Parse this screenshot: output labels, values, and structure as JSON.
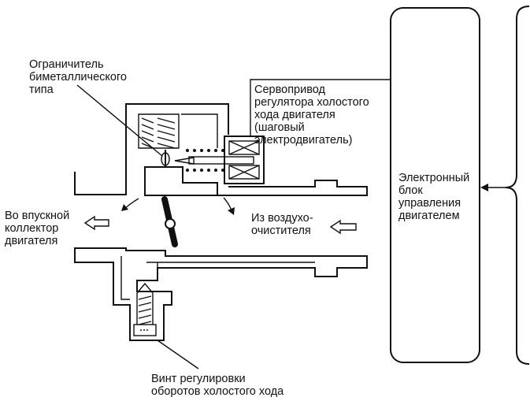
{
  "labels": {
    "limiter": [
      "Ограничитель",
      "биметаллического",
      "типа"
    ],
    "servo": [
      "Сервопривод",
      "регулятора холостого",
      "хода двигателя",
      "(шаговый",
      "электродвигатель)"
    ],
    "ecu": [
      "Электронный",
      "блок",
      "управления",
      "двигателем"
    ],
    "intake": [
      "Во впускной",
      "коллектор",
      "двигателя"
    ],
    "air": [
      "Из воздухо-",
      "очистителя"
    ],
    "screw": [
      "Винт регулировки",
      "оборотов холостого хода"
    ]
  }
}
